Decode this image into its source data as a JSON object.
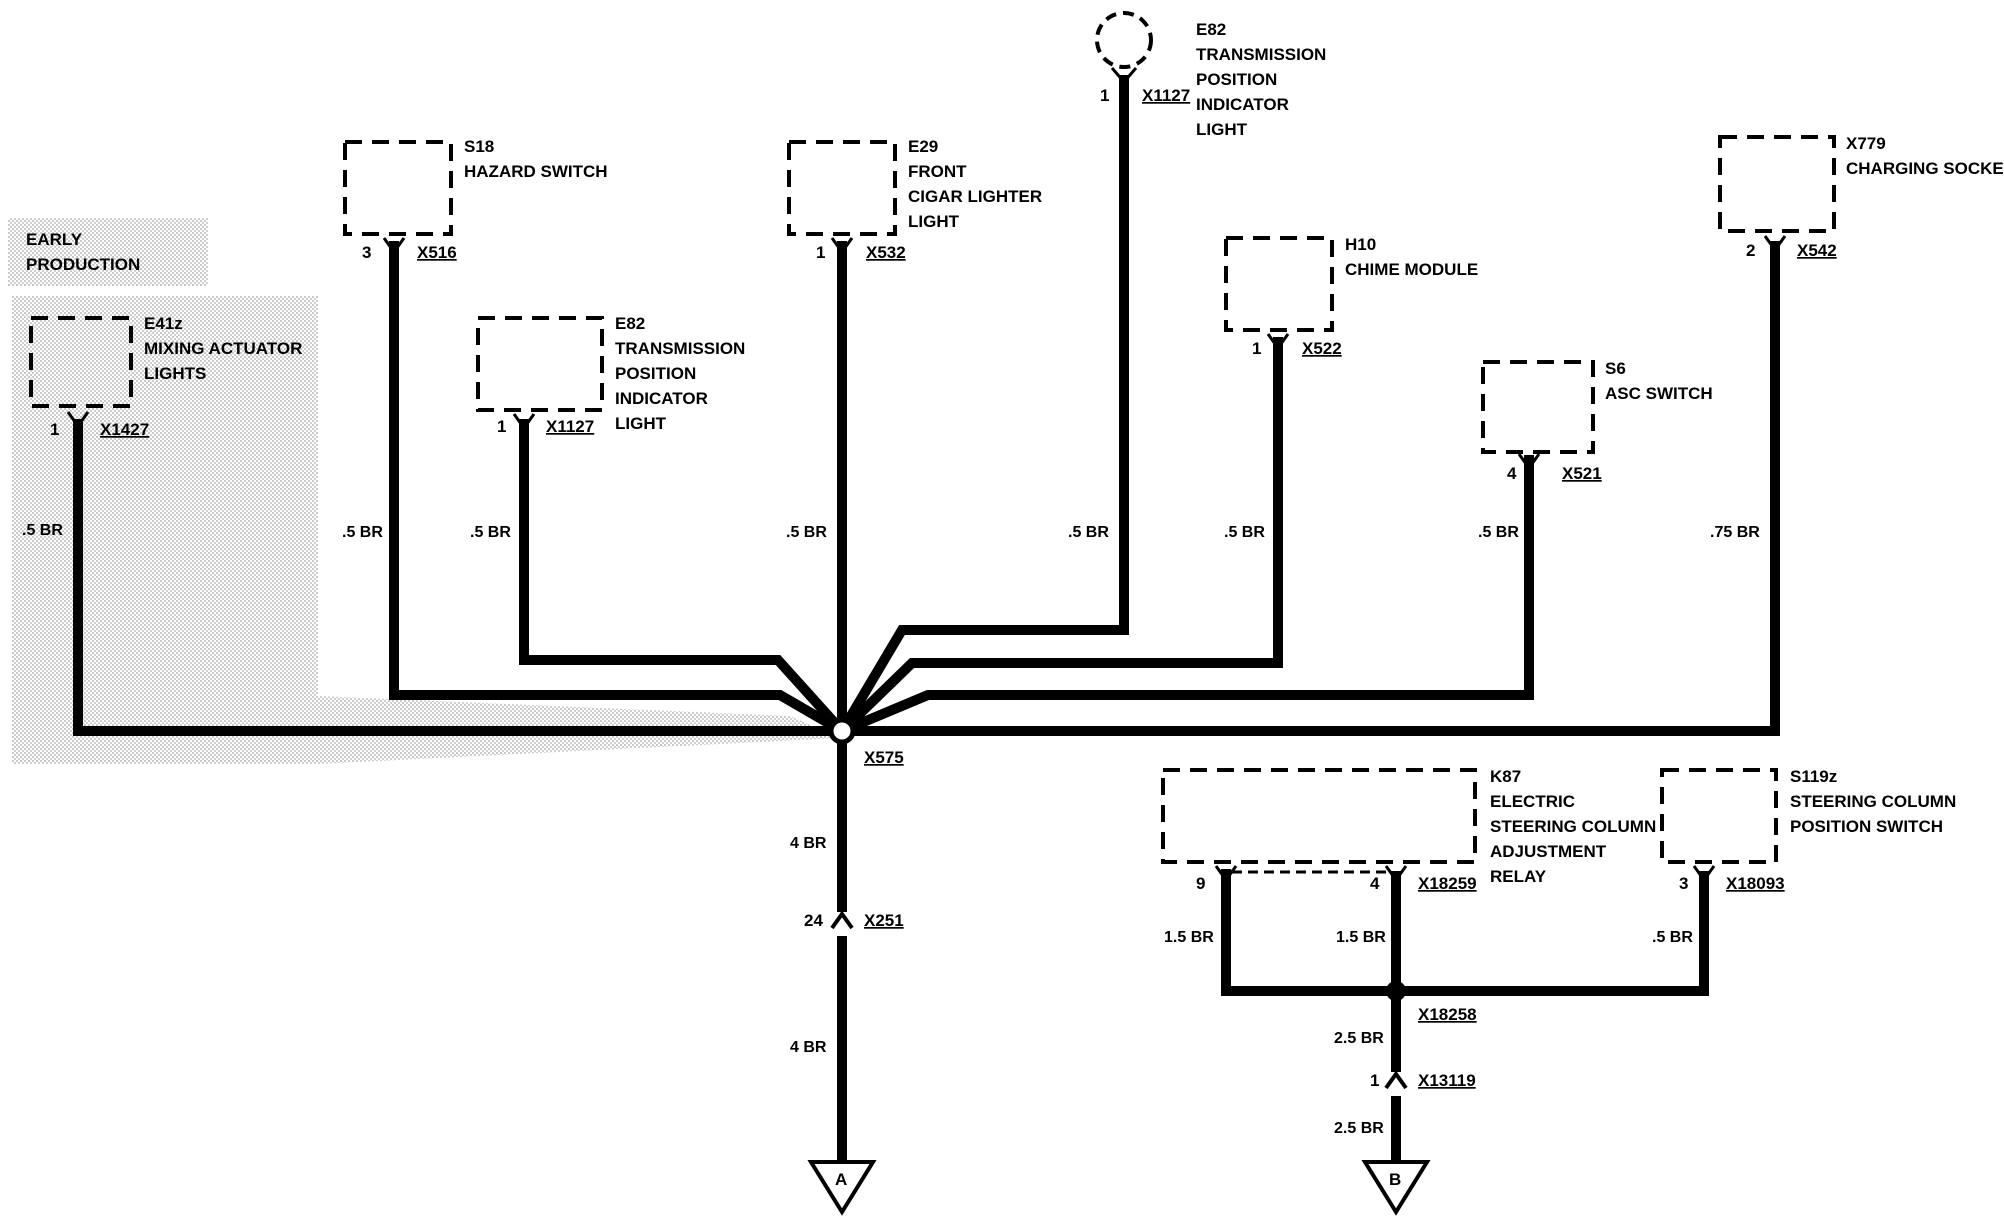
{
  "shading_color": "#c9c9c9",
  "wire_color": "#000000",
  "early_production": {
    "line1": "EARLY",
    "line2": "PRODUCTION"
  },
  "components": {
    "e41z": {
      "id": "E41z",
      "line1": "MIXING ACTUATOR",
      "line2": "LIGHTS",
      "pin": "1",
      "connector": "X1427",
      "wire": ".5 BR"
    },
    "s18": {
      "id": "S18",
      "line1": "HAZARD SWITCH",
      "pin": "3",
      "connector": "X516",
      "wire": ".5 BR"
    },
    "e82_left": {
      "id": "E82",
      "line1": "TRANSMISSION",
      "line2": "POSITION",
      "line3": "INDICATOR",
      "line4": "LIGHT",
      "pin": "1",
      "connector": "X1127",
      "wire": ".5 BR"
    },
    "e29": {
      "id": "E29",
      "line1": "FRONT",
      "line2": "CIGAR LIGHTER",
      "line3": "LIGHT",
      "pin": "1",
      "connector": "X532",
      "wire": ".5 BR"
    },
    "e82_top": {
      "id": "E82",
      "line1": "TRANSMISSION",
      "line2": "POSITION",
      "line3": "INDICATOR",
      "line4": "LIGHT",
      "pin": "1",
      "connector": "X1127",
      "wire": ".5 BR"
    },
    "h10": {
      "id": "H10",
      "line1": "CHIME MODULE",
      "pin": "1",
      "connector": "X522",
      "wire": ".5 BR"
    },
    "s6": {
      "id": "S6",
      "line1": "ASC SWITCH",
      "pin": "4",
      "connector": "X521",
      "wire": ".5 BR"
    },
    "x779": {
      "id": "X779",
      "line1": "CHARGING SOCKET",
      "pin": "2",
      "connector": "X542",
      "wire": ".75 BR"
    },
    "k87": {
      "id": "K87",
      "line1": "ELECTRIC",
      "line2": "STEERING COLUMN",
      "line3": "ADJUSTMENT",
      "line4": "RELAY",
      "pin_a": "9",
      "pin_b": "4",
      "connector": "X18259",
      "wire_a": "1.5 BR",
      "wire_b": "1.5 BR"
    },
    "s119z": {
      "id": "S119z",
      "line1": "STEERING COLUMN",
      "line2": "POSITION SWITCH",
      "pin": "3",
      "connector": "X18093",
      "wire": ".5 BR"
    }
  },
  "splice_main": {
    "id": "X575"
  },
  "ground_a": {
    "wire_upper": "4 BR",
    "pin": "24",
    "connector": "X251",
    "wire_lower": "4 BR",
    "label": "A"
  },
  "splice_b": {
    "id": "X18258"
  },
  "ground_b": {
    "wire_upper": "2.5 BR",
    "pin": "1",
    "connector": "X13119",
    "wire_lower": "2.5 BR",
    "label": "B"
  }
}
